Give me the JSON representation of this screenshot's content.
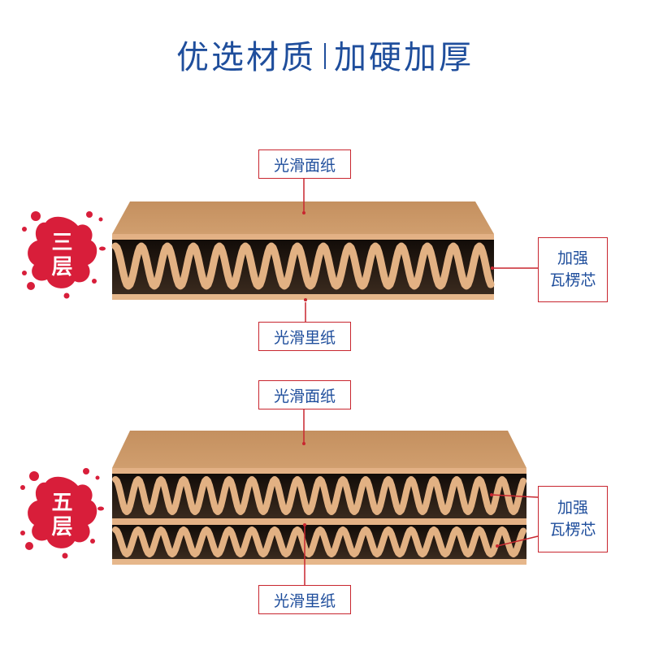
{
  "title": {
    "left": "优选材质",
    "right": "加硬加厚"
  },
  "three_layer": {
    "badge": "三层",
    "top_label": "光滑面纸",
    "bottom_label": "光滑里纸",
    "side_label_1": "加强",
    "side_label_2": "瓦楞芯"
  },
  "five_layer": {
    "badge": "五层",
    "top_label": "光滑面纸",
    "bottom_label": "光滑里纸",
    "side_label_1": "加强",
    "side_label_2": "瓦楞芯"
  },
  "colors": {
    "title_blue": "#1f4e9c",
    "accent_red": "#c8262f",
    "badge_red": "#d81e3a",
    "kraft": "#c99566",
    "kraft_light": "#e0ad7e",
    "cavity": "#1f1510"
  }
}
